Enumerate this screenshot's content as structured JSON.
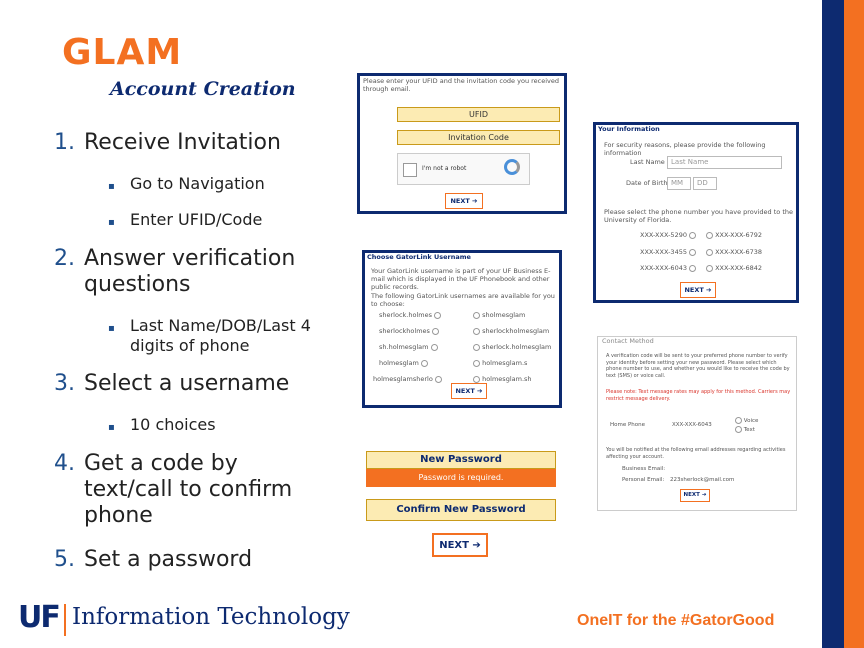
{
  "header": {
    "title": "GLAM",
    "subtitle": "Account Creation"
  },
  "steps": [
    {
      "num": "1.",
      "text": "Receive Invitation",
      "subs": [
        "Go to Navigation",
        "Enter UFID/Code"
      ]
    },
    {
      "num": "2.",
      "text": "Answer verification questions",
      "subs": [
        "Last Name/DOB/Last 4 digits of phone"
      ]
    },
    {
      "num": "3.",
      "text": "Select a username",
      "subs": [
        "10 choices"
      ]
    },
    {
      "num": "4.",
      "text": "Get a code by text/call to confirm phone",
      "subs": []
    },
    {
      "num": "5.",
      "text": "Set a password",
      "subs": []
    }
  ],
  "bullet_glyph": "▪",
  "shot1": {
    "intro": "Please enter your UFID and the invitation code you received through email.",
    "ufid_label": "UFID",
    "code_label": "Invitation Code",
    "captcha_label": "I'm not a robot",
    "next": "NEXT ➔"
  },
  "shot2": {
    "heading": "Your Information",
    "intro": "For security reasons, please provide the following information",
    "last_name_label": "Last Name",
    "last_name_placeholder": "Last Name",
    "dob_label": "Date of Birth",
    "mm": "MM",
    "dd": "DD",
    "phone_intro": "Please select the phone number you have provided to the University of Florida.",
    "phones": [
      "XXX-XXX-5290",
      "XXX-XXX-6792",
      "XXX-XXX-3455",
      "XXX-XXX-6738",
      "XXX-XXX-6043",
      "XXX-XXX-6842"
    ],
    "next": "NEXT ➔"
  },
  "shot3": {
    "heading": "Choose GatorLink Username",
    "intro": "Your GatorLink username is part of your UF Business E-mail which is displayed in the UF Phonebook and other public records.",
    "avail": "The following GatorLink usernames are available for you to choose:",
    "names": [
      "sherlock.holmes",
      "sholmesglam",
      "sherlockholmes",
      "sherlockholmesglam",
      "sh.holmesglam",
      "sherlock.holmesglam",
      "holmesglam",
      "holmesglam.s",
      "holmesglamsherlo",
      "holmesglam.sh"
    ],
    "next": "NEXT ➔"
  },
  "shot4": {
    "heading": "Contact Method",
    "intro": "A verification code will be sent to your preferred phone number to verify your identity before setting your new password. Please select which phone number to use, and whether you would like to receive the code by text (SMS) or voice call.",
    "warn": "Please note: Text message rates may apply for this method. Carriers may restrict message delivery.",
    "home_phone_label": "Home Phone",
    "home_phone_value": "XXX-XXX-6043",
    "opt1": "Voice",
    "opt2": "Text",
    "email_intro": "You will be notified at the following email addresses regarding activities affecting your account.",
    "email_label": "Business Email:",
    "personal_label": "Personal Email:",
    "personal_value": "223sherlock@mail.com",
    "next": "NEXT ➔"
  },
  "shot5": {
    "new_pw": "New Password",
    "required": "Password is required.",
    "confirm_pw": "Confirm New Password",
    "next": "NEXT ➔"
  },
  "footer": {
    "logo_uf": "UF",
    "logo_it": "Information Technology",
    "tagline": "OneIT for the #GatorGood"
  },
  "colors": {
    "orange": "#f37021",
    "navy": "#0d2a70",
    "blue_num": "#1f4f8c"
  }
}
